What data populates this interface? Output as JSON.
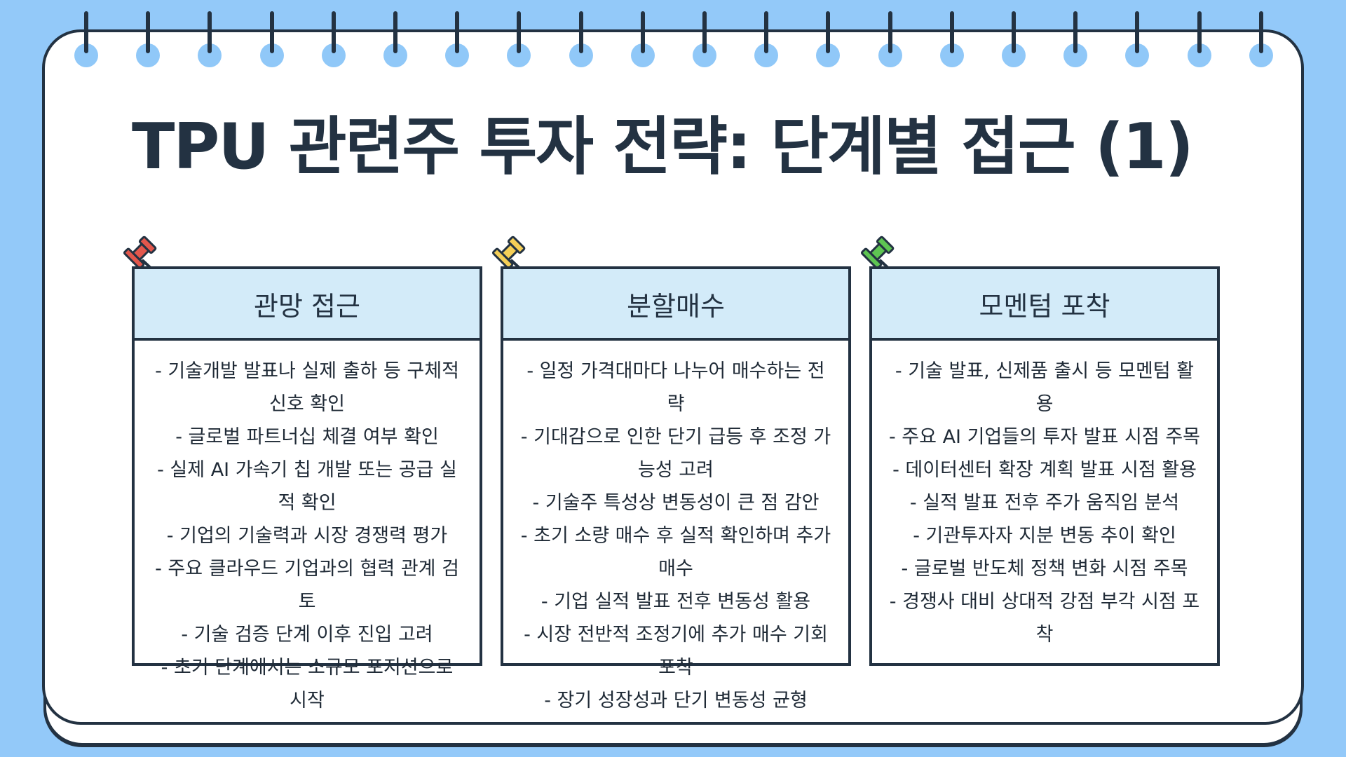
{
  "page": {
    "title": "TPU 관련주 투자 전략: 단계별 접근 (1)"
  },
  "colors": {
    "background": "#93c9f9",
    "ink": "#233242",
    "card_header": "#d3ebf9",
    "ring_hole": "#90c8f8",
    "pin_red": "#e2574c",
    "pin_yellow": "#f5cf57",
    "pin_green": "#5ec552"
  },
  "cards": [
    {
      "pin_color": "red",
      "title": "관망 접근",
      "items": [
        "- 기술개발 발표나 실제 출하 등 구체적 신호 확인",
        "- 글로벌 파트너십 체결 여부 확인",
        "- 실제 AI 가속기 칩 개발 또는 공급 실적 확인",
        "- 기업의 기술력과 시장 경쟁력 평가",
        "- 주요 클라우드 기업과의 협력 관계 검토",
        "- 기술 검증 단계 이후 진입 고려",
        "- 초기 단계에서는 소규모 포지션으로 시작"
      ]
    },
    {
      "pin_color": "yellow",
      "title": "분할매수",
      "items": [
        "- 일정 가격대마다 나누어 매수하는 전략",
        "- 기대감으로 인한 단기 급등 후 조정 가능성 고려",
        "- 기술주 특성상 변동성이 큰 점 감안",
        "- 초기 소량 매수 후 실적 확인하며 추가 매수",
        "- 기업 실적 발표 전후 변동성 활용",
        "- 시장 전반적 조정기에 추가 매수 기회 포착",
        "- 장기 성장성과 단기 변동성 균형"
      ]
    },
    {
      "pin_color": "green",
      "title": "모멘텀 포착",
      "items": [
        "- 기술 발표, 신제품 출시 등 모멘텀 활용",
        "- 주요 AI 기업들의 투자 발표 시점 주목",
        "- 데이터센터 확장 계획 발표 시점 활용",
        "- 실적 발표 전후 주가 움직임 분석",
        "- 기관투자자 지분 변동 추이 확인",
        "- 글로벌 반도체 정책 변화 시점 주목",
        "- 경쟁사 대비 상대적 강점 부각 시점 포착"
      ]
    }
  ],
  "icons": {
    "pin": "push-pin-icon",
    "ring": "spiral-ring-icon"
  }
}
